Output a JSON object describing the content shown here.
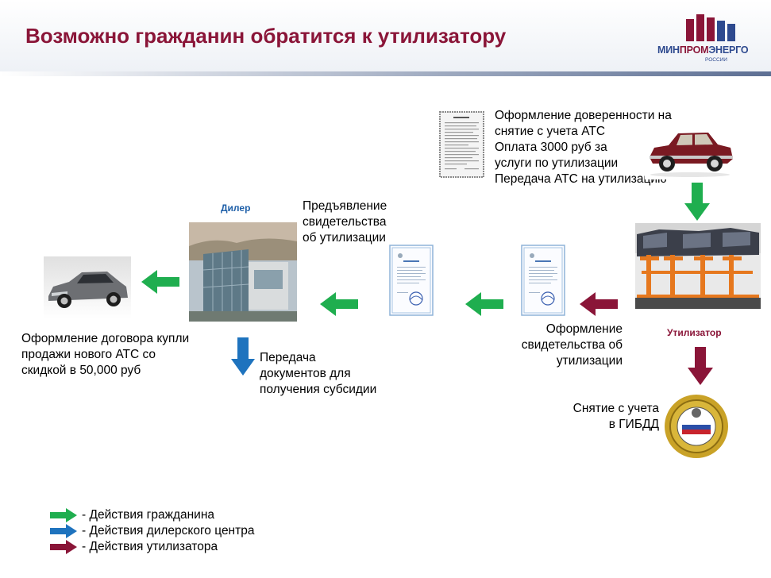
{
  "header": {
    "title": "Возможно гражданин обратится к утилизатору",
    "logo": {
      "part1": "МИН",
      "part2": "ПРОМ",
      "part3": "ЭНЕРГО",
      "sub": "РОССИИ"
    }
  },
  "steps": {
    "owner_actions": "Оформление доверенности на\nснятие с учета АТС\nОплата 3000 руб за\nуслуги по утилизации\nПередача АТС на утилизацию",
    "recycler_certificate": "Оформление\nсвидетельства об\nутилизации",
    "gibdd": "Снятие с учета\nв ГИБДД",
    "present_certificate": "Предъявление\nсвидетельства\nоб утилизации",
    "transfer_docs": "Передача\nдокументов для\nполучения субсидии",
    "new_car_contract": "Оформление договора купли\nпродажи нового АТС со\nскидкой в 50,000 руб"
  },
  "labels": {
    "dealer": "Дилер",
    "recycler": "Утилизатор"
  },
  "legend": [
    {
      "color": "#1fae4f",
      "label": "- Действия гражданина"
    },
    {
      "color": "#1e73be",
      "label": "- Действия дилерского центра"
    },
    {
      "color": "#8a1538",
      "label": "- Действия утилизатора"
    }
  ],
  "colors": {
    "citizen": "#1fae4f",
    "dealer": "#1e73be",
    "recycler": "#8a1538",
    "title": "#8a1538",
    "dealer_label": "#1e5fa8"
  }
}
